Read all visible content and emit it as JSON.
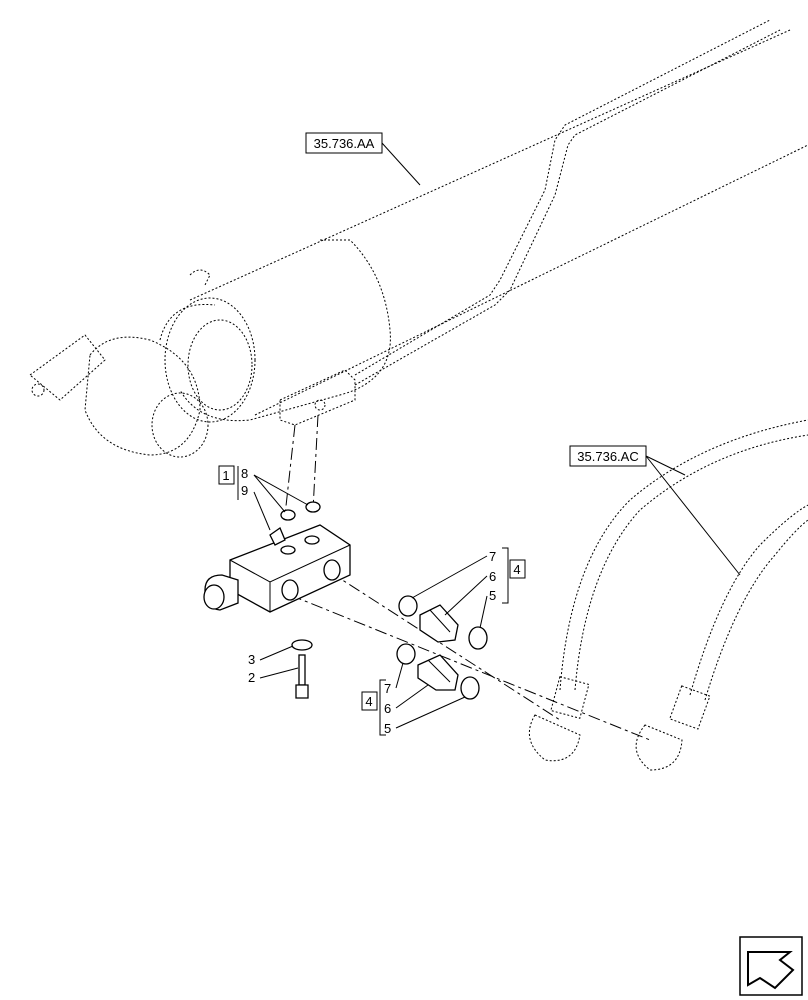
{
  "references": {
    "ref_aa": "35.736.AA",
    "ref_ac": "35.736.AC"
  },
  "callouts": {
    "box_1": "1",
    "box_4_top": "4",
    "box_4_bottom": "4",
    "n8": "8",
    "n9": "9",
    "n7_top": "7",
    "n6_top": "6",
    "n5_top": "5",
    "n3": "3",
    "n2": "2",
    "n7_bottom": "7",
    "n6_bottom": "6",
    "n5_bottom": "5"
  },
  "icons": {
    "corner": "navigation-arrow-icon"
  }
}
